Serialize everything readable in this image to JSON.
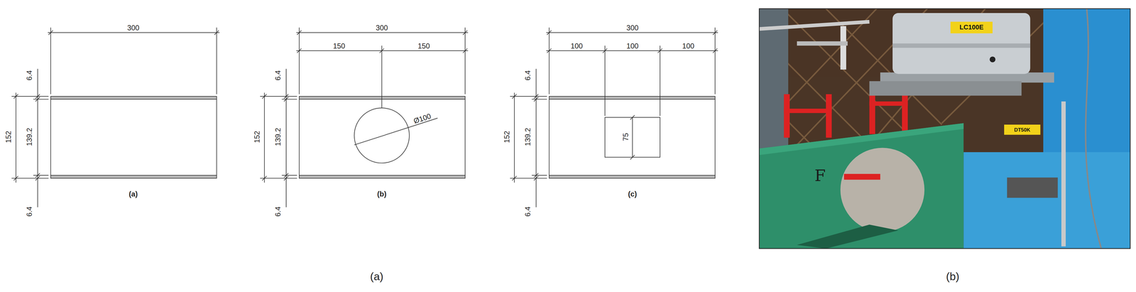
{
  "diagram": {
    "labels": [
      "300",
      "6.4",
      "152",
      "139.2",
      "6.4",
      "(a)",
      "300",
      "150",
      "150",
      "6.4",
      "152",
      "139.2",
      "6.4",
      "Ø100",
      "(b)",
      "300",
      "100",
      "100",
      "100",
      "6.4",
      "152",
      "139.2",
      "6.4",
      "75",
      "(c)",
      "(a)",
      "(b)",
      "LC100E",
      "DT50K",
      "F"
    ]
  }
}
